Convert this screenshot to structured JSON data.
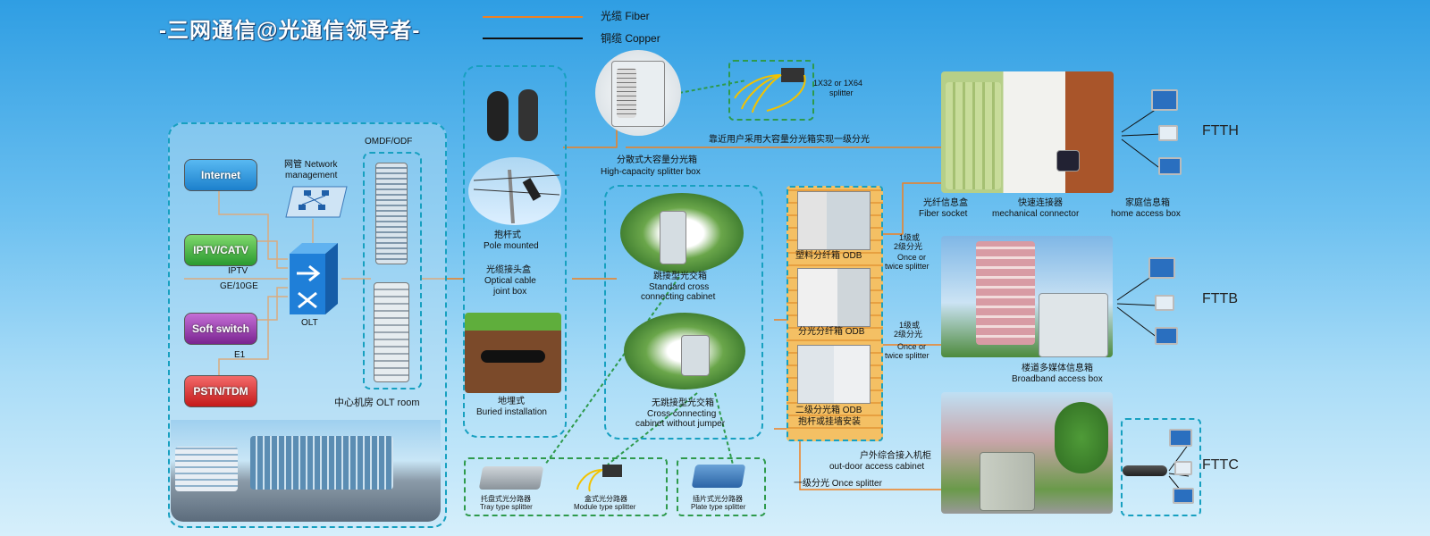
{
  "title": "-三网通信@光通信领导者-",
  "legend": {
    "fiber": "光缆 Fiber",
    "copper": "铜缆 Copper",
    "fiber_color": "#f08020",
    "copper_color": "#111111"
  },
  "services": {
    "internet": "Internet",
    "iptv_catv": "IPTV/CATV",
    "soft_switch": "Soft switch",
    "pstn_tdm": "PSTN/TDM",
    "iptv_label": "IPTV",
    "ge_label": "GE/10GE",
    "e1_label": "E1"
  },
  "central": {
    "network_mgmt_cn": "网管 Network",
    "network_mgmt_en": "management",
    "olt": "OLT",
    "omdf": "OMDF/ODF",
    "room": "中心机房 OLT room"
  },
  "joint_box": {
    "pole_cn": "抱杆式",
    "pole_en": "Pole mounted",
    "joint_cn": "光缆接头盒",
    "joint_en1": "Optical cable",
    "joint_en2": "joint box",
    "buried_cn": "地埋式",
    "buried_en": "Buried installation"
  },
  "splitter_box": {
    "cn": "分散式大容量分光箱",
    "en": "High-capacity splitter box",
    "splitter_1x32": "1X32 or 1X64",
    "splitter_word": "splitter",
    "near_user": "靠近用户采用大容量分光箱实现一级分光"
  },
  "cabinets": {
    "standard_cn": "跳接型光交箱",
    "standard_en1": "Standard cross",
    "standard_en2": "connecting cabinet",
    "nojumper_cn": "无跳接型光交箱",
    "nojumper_en1": "Cross connecting",
    "nojumper_en2": "cabinet without jumper"
  },
  "splitters": {
    "tray_cn": "托盘式光分路器",
    "tray_en": "Tray type splitter",
    "module_cn": "盒式光分路器",
    "module_en": "Module type splitter",
    "plate_cn": "插片式光分路器",
    "plate_en": "Plate type splitter"
  },
  "odb": {
    "plastic": "塑料分纤箱 ODB",
    "split": "分光分纤箱 ODB",
    "second": "二级分光箱 ODB",
    "mount": "抱杆或挂墙安装"
  },
  "ftth": {
    "label": "FTTH",
    "split_cn1": "1级或",
    "split_cn2": "2级分光",
    "split_en1": "Once or",
    "split_en2": "twice splitter",
    "socket_cn": "光纤信息盒",
    "socket_en": "Fiber socket",
    "mech_cn": "快速连接器",
    "mech_en": "mechanical connector",
    "home_cn": "家庭信息箱",
    "home_en": "home access box"
  },
  "fttb": {
    "label": "FTTB",
    "split_cn1": "1级或",
    "split_cn2": "2级分光",
    "split_en1": "Once or",
    "split_en2": "twice splitter",
    "box_cn": "楼道多媒体信息箱",
    "box_en": "Broadband access box"
  },
  "fttc": {
    "label": "FTTC",
    "cab_cn": "户外综合接入机柜",
    "cab_en": "out-door access cabinet",
    "once": "一级分光 Once splitter"
  }
}
